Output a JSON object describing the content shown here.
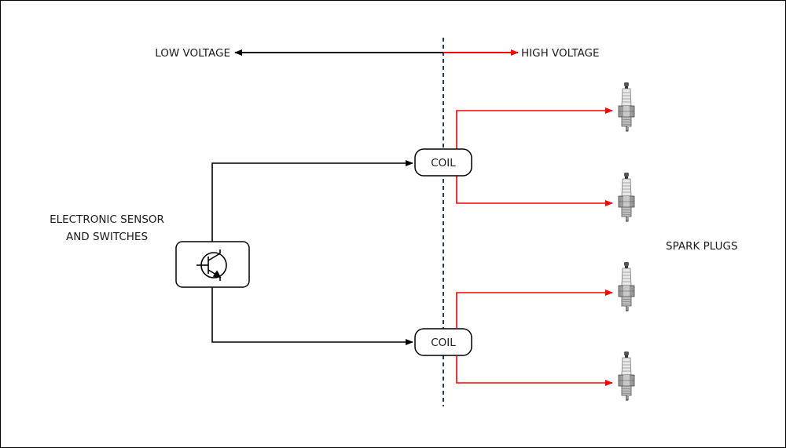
{
  "labels": {
    "low_voltage": "LOW VOLTAGE",
    "high_voltage": "HIGH VOLTAGE",
    "sensor_line1": "ELECTRONIC SENSOR",
    "sensor_line2": "AND SWITCHES",
    "spark_plugs": "SPARK PLUGS"
  },
  "coils": [
    {
      "label": "COIL"
    },
    {
      "label": "COIL"
    }
  ],
  "colors": {
    "low_voltage_wire": "#000000",
    "high_voltage_wire": "#ff0000",
    "divider": "#1f3864",
    "border": "#000000"
  },
  "icons": {
    "switch": "transistor-icon",
    "plug": "spark-plug-icon"
  }
}
